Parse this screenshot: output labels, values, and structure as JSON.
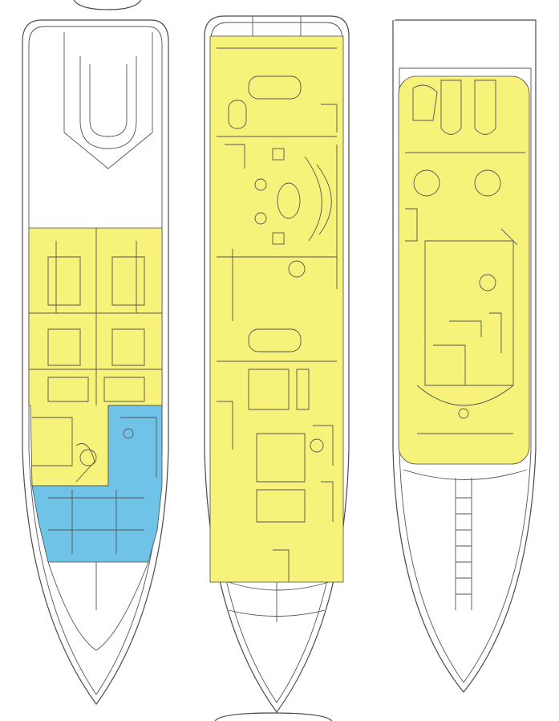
{
  "colors": {
    "accommodation": "#f7f27a",
    "crew": "#6fc3e6",
    "hull": "#ffffff",
    "outline": "#4a4a4a"
  },
  "decks": [
    {
      "id": "lower",
      "zones": [
        "accommodation",
        "crew"
      ]
    },
    {
      "id": "main",
      "zones": [
        "accommodation"
      ]
    },
    {
      "id": "upper",
      "zones": [
        "accommodation"
      ]
    }
  ]
}
